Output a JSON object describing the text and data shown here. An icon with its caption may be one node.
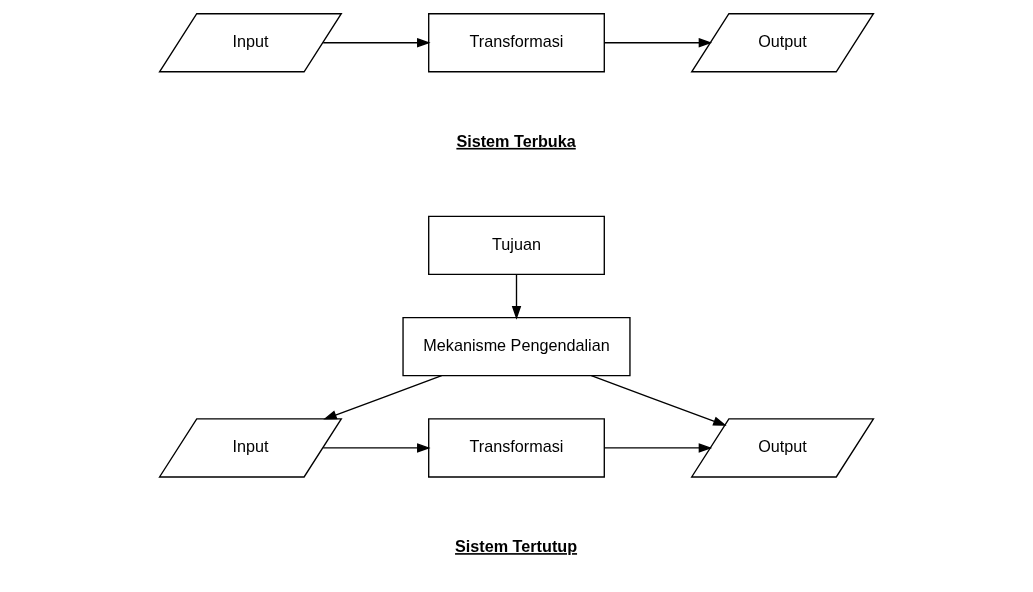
{
  "diagram": {
    "nodes": [
      {
        "text": [
          "Input"
        ]
      },
      {
        "text": [
          "Transformasi"
        ]
      },
      {
        "text": [
          "Output"
        ]
      },
      {
        "text": [
          "Tujuan"
        ]
      },
      {
        "text": [
          "Mekanisme Pengendalian"
        ]
      },
      {
        "text": [
          "Input"
        ]
      },
      {
        "text": [
          "Transformasi"
        ]
      },
      {
        "text": [
          "Output"
        ]
      }
    ],
    "edges": [
      {
        "from": 0,
        "to": 1,
        "arrow": "to"
      },
      {
        "from": 1,
        "to": 2,
        "arrow": "to"
      },
      {
        "from": 3,
        "to": 4,
        "arrow": "to"
      },
      {
        "from": 4,
        "to": 5,
        "arrow": "to"
      },
      {
        "from": 4,
        "to": 7,
        "arrow": "to"
      },
      {
        "from": 5,
        "to": 6,
        "arrow": "to"
      },
      {
        "from": 6,
        "to": 7,
        "arrow": "to"
      }
    ],
    "labels": [
      "Sistem Terbuka",
      "Sistem Tertutup"
    ]
  }
}
